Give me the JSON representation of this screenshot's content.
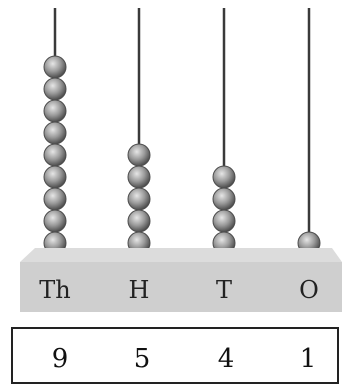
{
  "abacus": {
    "columns": [
      {
        "label": "Th",
        "beads": 9
      },
      {
        "label": "H",
        "beads": 5
      },
      {
        "label": "T",
        "beads": 4
      },
      {
        "label": "O",
        "beads": 1
      }
    ]
  },
  "number_box": {
    "digits": [
      "9",
      "5",
      "4",
      "1"
    ]
  },
  "colors": {
    "rod": "#3a3a3a",
    "bead_dark": "#4d4d4d",
    "bead_mid": "#9a9a9a",
    "bead_light": "#e6e6e6",
    "base_top": "#dcdcdc",
    "base_front": "#cfcfcf",
    "box_border": "#222222"
  }
}
